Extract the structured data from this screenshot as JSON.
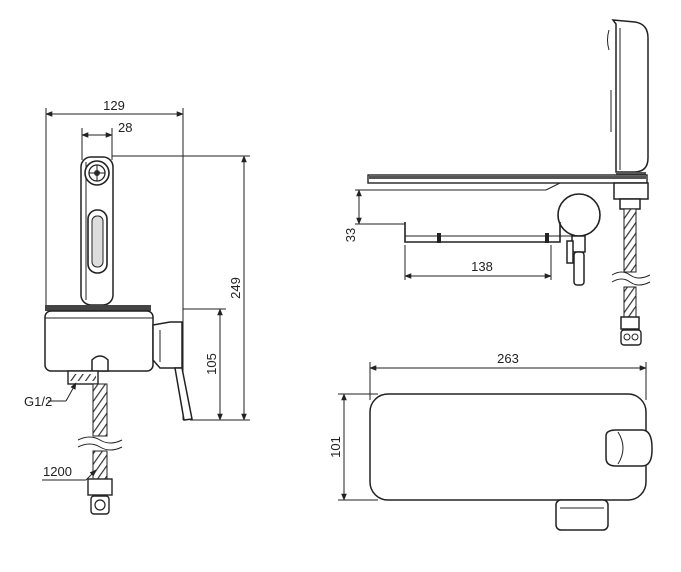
{
  "dimensions": {
    "width_129": "129",
    "nozzle_28": "28",
    "height_249": "249",
    "height_105": "105",
    "thread_g12": "G1/2",
    "hose_1200": "1200",
    "shelf_33": "33",
    "shelf_138": "138",
    "length_263": "263",
    "depth_101": "101"
  },
  "colors": {
    "line": "#222222",
    "shade": "#cfcfcf",
    "dark": "#555555"
  }
}
